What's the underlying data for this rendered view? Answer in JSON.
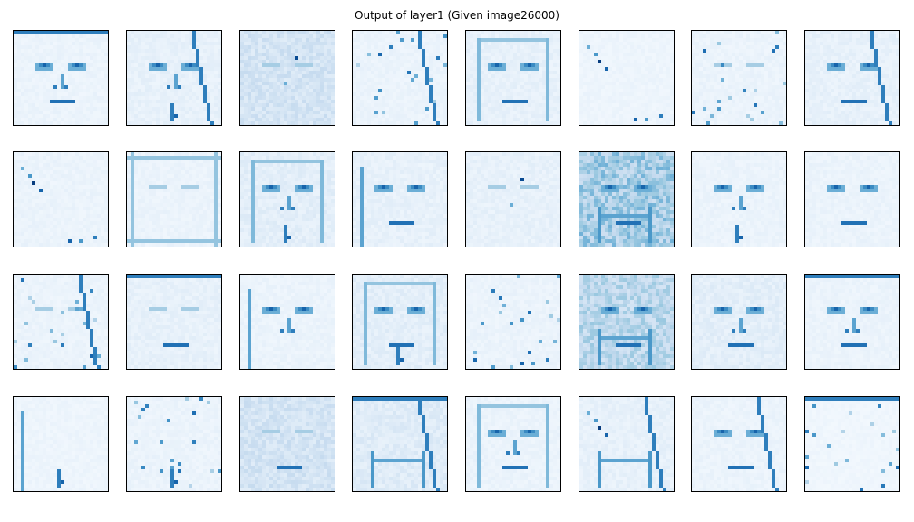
{
  "title": "Output of layer1 (Given image26000)",
  "chart_data": {
    "type": "heatmap",
    "title": "Output of layer1 (Given image26000)",
    "rows": 4,
    "cols": 8,
    "colormap": "Blues",
    "colormap_colors": [
      "#f7fbff",
      "#deebf7",
      "#c6dbef",
      "#9ecae1",
      "#6baed6",
      "#4292c6",
      "#2171b5",
      "#08519c",
      "#08306b"
    ],
    "axes_ticks": "off",
    "panels": [
      {
        "bg": 0.06,
        "features": [
          "top-edge",
          "eyes",
          "nose",
          "mouth"
        ]
      },
      {
        "bg": 0.08,
        "features": [
          "right-stripe",
          "eyes",
          "nose",
          "chin"
        ]
      },
      {
        "bg": 0.18,
        "features": [
          "eyes-faint",
          "nose-dot"
        ]
      },
      {
        "bg": 0.06,
        "features": [
          "speckle",
          "right-stripe"
        ]
      },
      {
        "bg": 0.08,
        "features": [
          "face-outline",
          "eyes",
          "mouth"
        ]
      },
      {
        "bg": 0.05,
        "features": [
          "left-dots",
          "bottom-dots"
        ]
      },
      {
        "bg": 0.06,
        "features": [
          "speckle",
          "eyes-faint"
        ]
      },
      {
        "bg": 0.08,
        "features": [
          "right-stripe",
          "eyes",
          "mouth"
        ]
      },
      {
        "bg": 0.06,
        "features": [
          "left-dots",
          "bottom-dots"
        ]
      },
      {
        "bg": 0.06,
        "features": [
          "border",
          "eyes-faint"
        ]
      },
      {
        "bg": 0.1,
        "features": [
          "face-outline",
          "eyes",
          "nose",
          "chin"
        ]
      },
      {
        "bg": 0.08,
        "features": [
          "left-stripe",
          "eyes",
          "mouth"
        ]
      },
      {
        "bg": 0.08,
        "features": [
          "eyes-faint",
          "nose-dot"
        ]
      },
      {
        "bg": 0.35,
        "features": [
          "eyes",
          "mouth",
          "jaw"
        ]
      },
      {
        "bg": 0.06,
        "features": [
          "eyes",
          "nose",
          "chin"
        ]
      },
      {
        "bg": 0.06,
        "features": [
          "eyes",
          "mouth"
        ]
      },
      {
        "bg": 0.06,
        "features": [
          "right-stripe",
          "eyes-faint",
          "speckle"
        ]
      },
      {
        "bg": 0.08,
        "features": [
          "top-edge",
          "eyes-faint",
          "mouth"
        ]
      },
      {
        "bg": 0.06,
        "features": [
          "left-stripe",
          "eyes",
          "nose"
        ]
      },
      {
        "bg": 0.1,
        "features": [
          "face-outline",
          "eyes",
          "mouth",
          "chin"
        ]
      },
      {
        "bg": 0.06,
        "features": [
          "speckle",
          "bottom-dots"
        ]
      },
      {
        "bg": 0.28,
        "features": [
          "eyes",
          "mouth",
          "jaw"
        ]
      },
      {
        "bg": 0.1,
        "features": [
          "eyes",
          "nose",
          "mouth"
        ]
      },
      {
        "bg": 0.06,
        "features": [
          "top-edge",
          "eyes",
          "nose",
          "mouth"
        ]
      },
      {
        "bg": 0.05,
        "features": [
          "left-stripe",
          "chin"
        ]
      },
      {
        "bg": 0.06,
        "features": [
          "speckle",
          "chin"
        ]
      },
      {
        "bg": 0.18,
        "features": [
          "eyes-faint",
          "mouth"
        ]
      },
      {
        "bg": 0.12,
        "features": [
          "top-edge",
          "right-stripe",
          "jaw"
        ]
      },
      {
        "bg": 0.06,
        "features": [
          "face-outline",
          "eyes",
          "nose",
          "mouth"
        ]
      },
      {
        "bg": 0.08,
        "features": [
          "left-dots",
          "jaw",
          "right-stripe"
        ]
      },
      {
        "bg": 0.06,
        "features": [
          "right-stripe",
          "eyes",
          "mouth"
        ]
      },
      {
        "bg": 0.04,
        "features": [
          "top-edge",
          "speckle"
        ]
      }
    ]
  }
}
